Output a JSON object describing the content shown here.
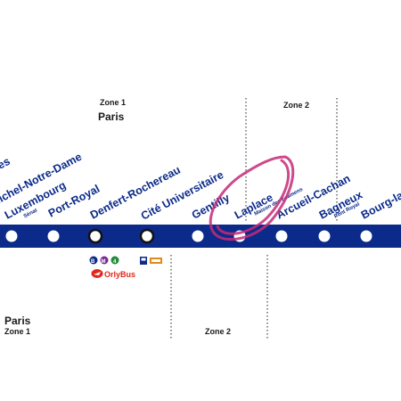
{
  "colors": {
    "line": "#0b2a8a",
    "label": "#0b2a8a",
    "circle_mark": "#c42a78",
    "orly_red": "#e2261b"
  },
  "zones": {
    "top_left": {
      "title": "Zone 1",
      "city": "Paris"
    },
    "top_right": {
      "title": "Zone 2"
    },
    "bottom_left": {
      "city": "Paris",
      "title": "Zone 1"
    },
    "bottom_mid": {
      "title": "Zone 2"
    }
  },
  "stations": [
    {
      "name": "Michel-Notre-Dame",
      "sub": ""
    },
    {
      "name": "Luxembourg",
      "sub": "Sénat"
    },
    {
      "name": "Port-Royal",
      "sub": ""
    },
    {
      "name": "Denfert-Rochereau",
      "sub": ""
    },
    {
      "name": "Cité Universitaire",
      "sub": ""
    },
    {
      "name": "Gentilly",
      "sub": ""
    },
    {
      "name": "Laplace",
      "sub": "Maison des Examens"
    },
    {
      "name": "Arcueil-Cachan",
      "sub": ""
    },
    {
      "name": "Bagneux",
      "sub": "Pont Royal"
    },
    {
      "name": "Bourg-la-Reine",
      "sub": ""
    }
  ],
  "truncated_left_label": "es",
  "connections": {
    "orlybus_label": "OrlyBus",
    "metro_letter": "M",
    "rer_letter": "B",
    "tram_number": "4"
  }
}
